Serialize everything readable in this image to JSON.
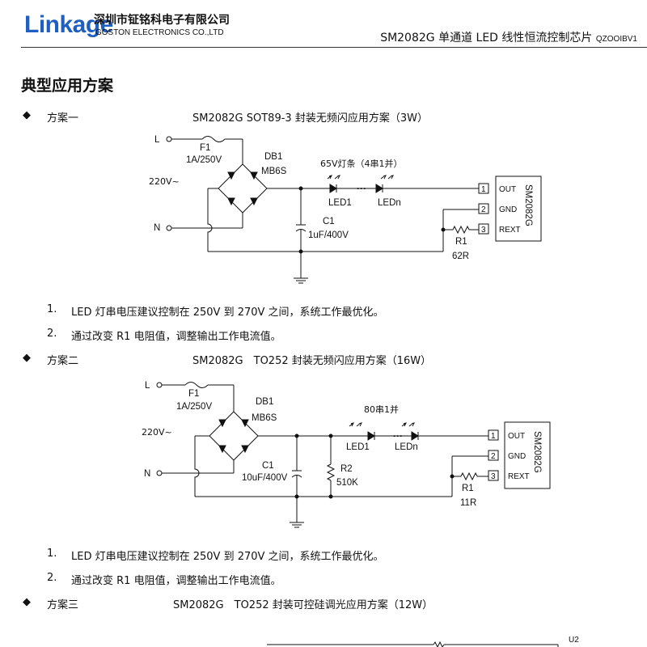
{
  "header": {
    "logo": "Linkage",
    "company_cn": "深圳市钲铭科电子有限公司",
    "company_en": "GOSTON ELECTRONICS CO.,LTD",
    "doc_title": "SM2082G 单通道 LED 线性恒流控制芯片",
    "doc_code": "QZOOIBV1"
  },
  "section_title": "典型应用方案",
  "bullet": "◆",
  "plans": [
    {
      "name": "方案一",
      "desc": "SM2082G SOT89-3 封装无频闪应用方案（3W）",
      "circuit": {
        "L": "L",
        "N": "N",
        "fuse": "F1",
        "fuse_rating": "1A/250V",
        "bridge": "DB1",
        "bridge_model": "MB6S",
        "ac": "220V~",
        "strip": "65V灯条（4串1并）",
        "led_first": "LED1",
        "led_last": "LEDn",
        "cap": "C1",
        "cap_value": "1uF/400V",
        "rset": "R1",
        "rset_value": "62R",
        "ic": "SM2082G",
        "pins": [
          {
            "num": "1",
            "name": "OUT"
          },
          {
            "num": "2",
            "name": "GND"
          },
          {
            "num": "3",
            "name": "REXT"
          }
        ]
      },
      "notes": [
        {
          "num": "1.",
          "text": "LED 灯串电压建议控制在 250V 到 270V 之间，系统工作最优化。"
        },
        {
          "num": "2.",
          "text": "通过改变 R1 电阻值，调整输出工作电流值。"
        }
      ]
    },
    {
      "name": "方案二",
      "desc": "SM2082G　TO252 封装无频闪应用方案（16W）",
      "circuit": {
        "L": "L",
        "N": "N",
        "fuse": "F1",
        "fuse_rating": "1A/250V",
        "bridge": "DB1",
        "bridge_model": "MB6S",
        "ac": "220V~",
        "strip": "80串1并",
        "led_first": "LED1",
        "led_last": "LEDn",
        "cap": "C1",
        "cap_value": "10uF/400V",
        "r2": "R2",
        "r2_value": "510K",
        "rset": "R1",
        "rset_value": "11R",
        "ic": "SM2082G",
        "pins": [
          {
            "num": "1",
            "name": "OUT"
          },
          {
            "num": "2",
            "name": "GND"
          },
          {
            "num": "3",
            "name": "REXT"
          }
        ]
      },
      "notes": [
        {
          "num": "1.",
          "text": "LED 灯串电压建议控制在 250V 到 270V 之间，系统工作最优化。"
        },
        {
          "num": "2.",
          "text": "通过改变 R1 电阻值，调整输出工作电流值。"
        }
      ]
    },
    {
      "name": "方案三",
      "desc": "SM2082G　TO252 封装可控硅调光应用方案（12W）",
      "u2": "U2"
    }
  ]
}
